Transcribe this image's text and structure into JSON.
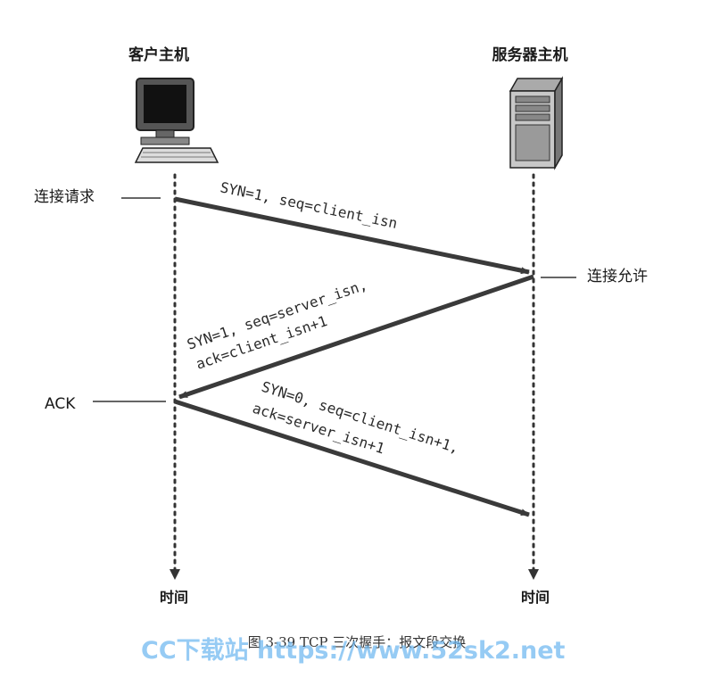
{
  "client": {
    "title": "客户主机",
    "time_label": "时间",
    "icon": "desktop-computer-icon"
  },
  "server": {
    "title": "服务器主机",
    "time_label": "时间",
    "icon": "server-tower-icon"
  },
  "events": {
    "connect_request": "连接请求",
    "connect_granted": "连接允许",
    "ack": "ACK"
  },
  "segments": {
    "syn": {
      "line1": "SYN=1, seq=client_isn"
    },
    "synack": {
      "line1": "SYN=1, seq=server_isn,",
      "line2": "ack=client_isn+1"
    },
    "ack": {
      "line1": "SYN=0, seq=client_isn+1,",
      "line2": "ack=server_isn+1"
    }
  },
  "caption": "图 3-39  TCP 三次握手：报文段交换",
  "watermark": "CC下载站 https://www.52sk2.net",
  "colors": {
    "arrow": "#3a3a3a",
    "watermark": "#6fb8f0"
  }
}
